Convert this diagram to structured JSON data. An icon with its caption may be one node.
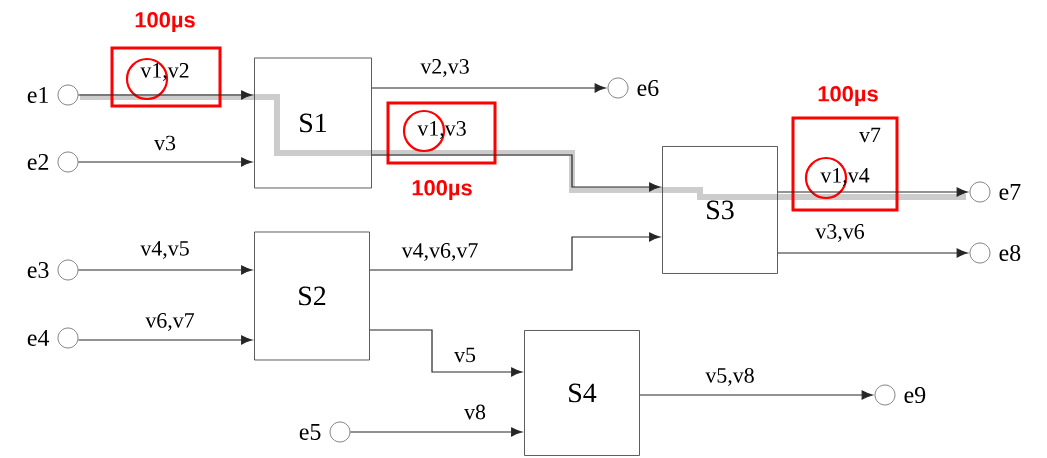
{
  "diagram": {
    "nodes": [
      {
        "text": [],
        "shape": "circle",
        "beside": [
          "e1"
        ]
      },
      {
        "text": [],
        "shape": "circle",
        "beside": [
          "e2"
        ]
      },
      {
        "text": [],
        "shape": "circle",
        "beside": [
          "e3"
        ]
      },
      {
        "text": [],
        "shape": "circle",
        "beside": [
          "e4"
        ]
      },
      {
        "text": [],
        "shape": "circle",
        "beside": [
          "e5"
        ]
      },
      {
        "text": [],
        "shape": "circle",
        "beside": [
          "e6"
        ]
      },
      {
        "text": [],
        "shape": "circle",
        "beside": [
          "e7"
        ]
      },
      {
        "text": [],
        "shape": "circle",
        "beside": [
          "e8"
        ]
      },
      {
        "text": [],
        "shape": "circle",
        "beside": [
          "e9"
        ]
      },
      {
        "text": [
          "S1"
        ]
      },
      {
        "text": [
          "S2"
        ]
      },
      {
        "text": [
          "S3"
        ]
      },
      {
        "text": [
          "S4"
        ]
      }
    ],
    "edges": [
      {
        "from": 0,
        "to": 9,
        "arrow": "to",
        "label": "v1,v2"
      },
      {
        "from": 1,
        "to": 9,
        "arrow": "to",
        "label": "v3"
      },
      {
        "from": 2,
        "to": 10,
        "arrow": "to",
        "label": "v4,v5"
      },
      {
        "from": 3,
        "to": 10,
        "arrow": "to",
        "label": "v6,v7"
      },
      {
        "from": 4,
        "to": 12,
        "arrow": "to",
        "label": "v8"
      },
      {
        "from": 9,
        "to": 5,
        "arrow": "to",
        "label": "v2,v3"
      },
      {
        "from": 9,
        "to": 11,
        "arrow": "to",
        "label": "v1,v3"
      },
      {
        "from": 10,
        "to": 11,
        "arrow": "to",
        "label": "v4,v6,v7"
      },
      {
        "from": 10,
        "to": 12,
        "arrow": "to",
        "label": "v5"
      },
      {
        "from": 11,
        "to": 6,
        "arrow": "to",
        "label": "v1,v4"
      },
      {
        "from": 11,
        "to": 7,
        "arrow": "to",
        "label": "v3,v6"
      },
      {
        "from": 12,
        "to": 8,
        "arrow": "to",
        "label": "v5,v8"
      }
    ],
    "labels": [
      "100µs",
      "100µs",
      "100µs",
      "v7"
    ]
  }
}
